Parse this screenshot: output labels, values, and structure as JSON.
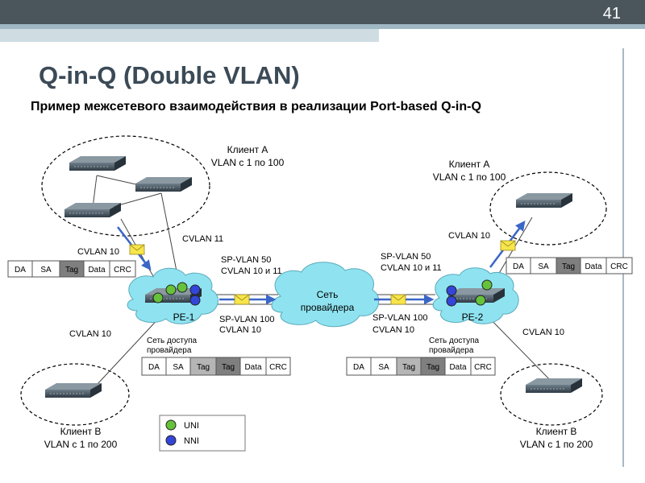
{
  "slide": {
    "page_number": "41",
    "title": "Q-in-Q (Double VLAN)",
    "subtitle": "Пример межсетевого взаимодействия в реализации Port-based Q-in-Q"
  },
  "diagram": {
    "client_a_left_title": "Клиент A",
    "client_a_left_vlan": "VLAN с 1 по 100",
    "client_a_right_title": "Клиент A",
    "client_a_right_vlan": "VLAN с 1 по 100",
    "client_b_left_title": "Клиент B",
    "client_b_left_vlan": "VLAN с 1 по 200",
    "client_b_right_title": "Клиент B",
    "client_b_right_vlan": "VLAN с 1 по 200",
    "cvlan10_top_left": "CVLAN 10",
    "cvlan11": "CVLAN 11",
    "cvlan10_top_right": "CVLAN 10",
    "cvlan10_bottom_left": "CVLAN 10",
    "cvlan10_bottom_right": "CVLAN 10",
    "sp_vlan50_left": "SP-VLAN 50",
    "cvlan_10_11_left": "CVLAN 10 и 11",
    "sp_vlan50_right": "SP-VLAN 50",
    "cvlan_10_11_right": "CVLAN 10 и 11",
    "sp_vlan100_left": "SP-VLAN 100",
    "cvlan10_sp_left": "CVLAN 10",
    "sp_vlan100_right": "SP-VLAN 100",
    "cvlan10_sp_right": "CVLAN 10",
    "provider_net_line1": "Сеть",
    "provider_net_line2": "провайдера",
    "pe1": "PE-1",
    "pe2": "PE-2",
    "access_left_line1": "Сеть доступа",
    "access_left_line2": "провайдера",
    "access_right_line1": "Сеть доступа",
    "access_right_line2": "провайдера",
    "frame_single": [
      "DA",
      "SA",
      "Tag",
      "Data",
      "CRC"
    ],
    "frame_double": [
      "DA",
      "SA",
      "Tag",
      "Tag",
      "Data",
      "CRC"
    ],
    "legend_uni": "UNI",
    "legend_nni": "NNI",
    "colors": {
      "uni": "#66c23a",
      "nni": "#3346d9",
      "cloud": "#8fe3f0",
      "tag_fill": "#7f7f7f",
      "tag_fill_light": "#b5b5b5",
      "arrow": "#3a66c8",
      "envelope": "#f7e54a"
    }
  }
}
